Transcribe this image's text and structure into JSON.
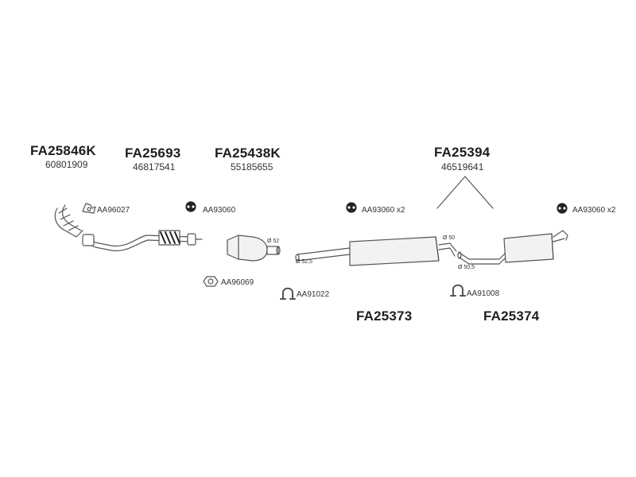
{
  "parts": [
    {
      "id": "p1",
      "part_no": "FA25846K",
      "oe_no": "60801909"
    },
    {
      "id": "p2",
      "part_no": "FA25693",
      "oe_no": "46817541"
    },
    {
      "id": "p3",
      "part_no": "FA25438K",
      "oe_no": "55185655"
    },
    {
      "id": "p4",
      "part_no": "FA25394",
      "oe_no": "46519641"
    },
    {
      "id": "p5",
      "part_no": "FA25373"
    },
    {
      "id": "p6",
      "part_no": "FA25374"
    }
  ],
  "accessories": {
    "a1": "AA96027",
    "a2": "AA93060",
    "a3": "AA93060 x2",
    "a4": "AA93060 x2",
    "a5": "AA96069",
    "a6": "AA91022",
    "a7": "AA91008"
  },
  "dimensions": {
    "d1": "Ø 52",
    "d2": "Ø 52,5",
    "d3": "Ø 50",
    "d4": "Ø 50,5"
  },
  "colors": {
    "line": "#555555",
    "fill": "#f2f2f2",
    "dark": "#222222"
  }
}
